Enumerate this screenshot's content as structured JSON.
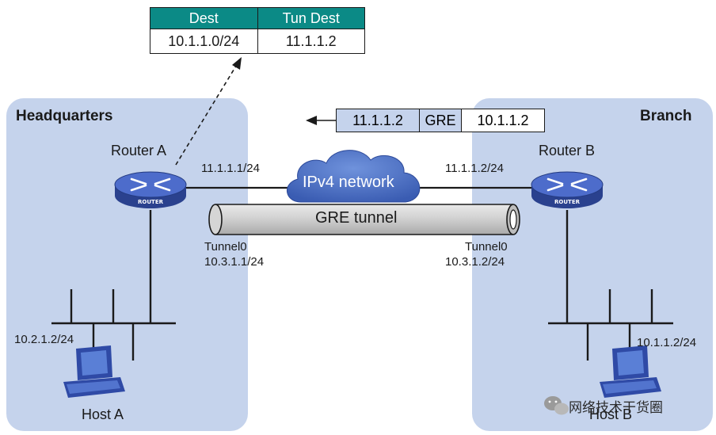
{
  "regions": {
    "headquarters": "Headquarters",
    "branch": "Branch"
  },
  "route_table": {
    "headers": [
      "Dest",
      "Tun Dest"
    ],
    "row": [
      "10.1.1.0/24",
      "11.1.1.2"
    ]
  },
  "packet": {
    "outer_dest": "11.1.1.2",
    "protocol": "GRE",
    "inner_dest": "10.1.1.2"
  },
  "router_a": {
    "name": "Router A",
    "device_label": "ROUTER",
    "wan_ip": "11.1.1.1/24",
    "tunnel_name": "Tunnel0",
    "tunnel_ip": "10.3.1.1/24"
  },
  "router_b": {
    "name": "Router B",
    "device_label": "ROUTER",
    "wan_ip": "11.1.1.2/24",
    "tunnel_name": "Tunnel0",
    "tunnel_ip": "10.3.1.2/24"
  },
  "network_cloud": "IPv4 network",
  "tunnel_label": "GRE tunnel",
  "host_a": {
    "name": "Host A",
    "ip": "10.2.1.2/24"
  },
  "host_b": {
    "name": "Host B",
    "ip": "10.1.1.2/24"
  },
  "watermark": "网络技术干货圈",
  "colors": {
    "region_fill": "#c5d3ec",
    "table_header": "#0b8a86",
    "router_fill": "#3a56b4",
    "cloud_fill": "#4a6fc4",
    "host_fill": "#3f5bb8",
    "packet_fill": "#c5d3ec"
  },
  "icons": [
    "router-icon",
    "cloud-icon",
    "tunnel-icon",
    "host-computer-icon",
    "wechat-icon",
    "arrow-left-icon"
  ]
}
